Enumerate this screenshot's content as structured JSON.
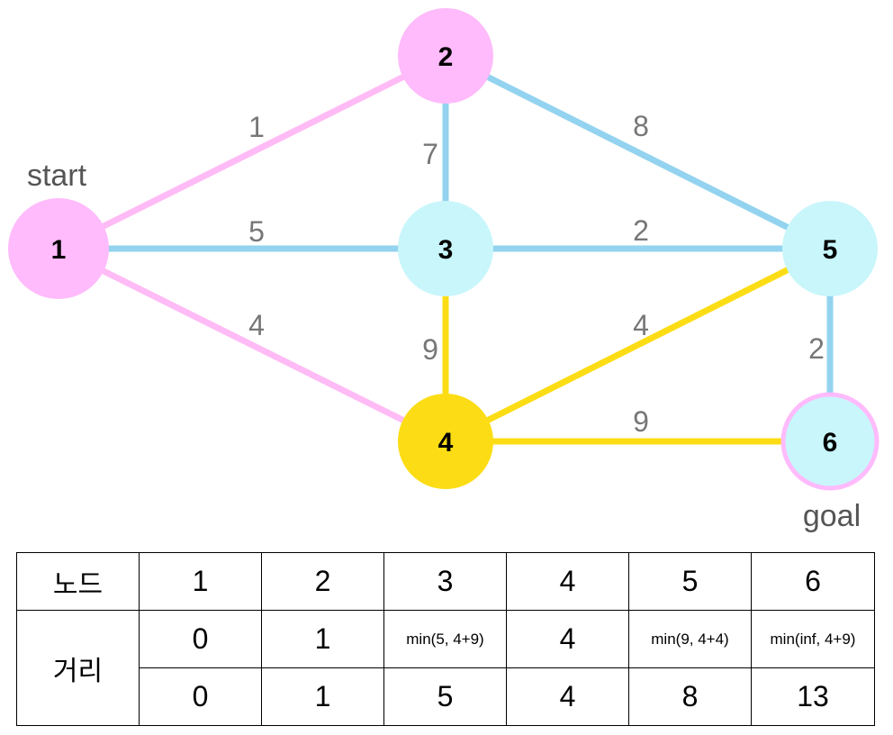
{
  "colors": {
    "pink": "#ffbbfb",
    "cyan": "#c8f6fb",
    "yellow": "#fcdd15",
    "blue_edge": "#93d3ef",
    "pink_edge": "#ffbbf5"
  },
  "graph": {
    "start_label": "start",
    "goal_label": "goal",
    "nodes": [
      {
        "id": "1",
        "label": "1",
        "color": "pink"
      },
      {
        "id": "2",
        "label": "2",
        "color": "pink"
      },
      {
        "id": "3",
        "label": "3",
        "color": "cyan"
      },
      {
        "id": "4",
        "label": "4",
        "color": "yellow"
      },
      {
        "id": "5",
        "label": "5",
        "color": "cyan"
      },
      {
        "id": "6",
        "label": "6",
        "color": "cyan",
        "outline": "pink"
      }
    ],
    "edges": [
      {
        "from": "1",
        "to": "2",
        "weight": "1",
        "color": "pink"
      },
      {
        "from": "1",
        "to": "3",
        "weight": "5",
        "color": "blue"
      },
      {
        "from": "1",
        "to": "4",
        "weight": "4",
        "color": "pink"
      },
      {
        "from": "2",
        "to": "3",
        "weight": "7",
        "color": "blue"
      },
      {
        "from": "2",
        "to": "5",
        "weight": "8",
        "color": "blue"
      },
      {
        "from": "3",
        "to": "5",
        "weight": "2",
        "color": "blue"
      },
      {
        "from": "3",
        "to": "4",
        "weight": "9",
        "color": "yellow"
      },
      {
        "from": "4",
        "to": "5",
        "weight": "4",
        "color": "yellow"
      },
      {
        "from": "4",
        "to": "6",
        "weight": "9",
        "color": "yellow"
      },
      {
        "from": "5",
        "to": "6",
        "weight": "2",
        "color": "blue"
      }
    ]
  },
  "table": {
    "node_header": "노드",
    "distance_header": "거리",
    "node_ids": [
      "1",
      "2",
      "3",
      "4",
      "5",
      "6"
    ],
    "distance_row_1": [
      "0",
      "1",
      "min(5, 4+9)",
      "4",
      "min(9, 4+4)",
      "min(inf, 4+9)"
    ],
    "distance_row_2": [
      "0",
      "1",
      "5",
      "4",
      "8",
      "13"
    ]
  }
}
